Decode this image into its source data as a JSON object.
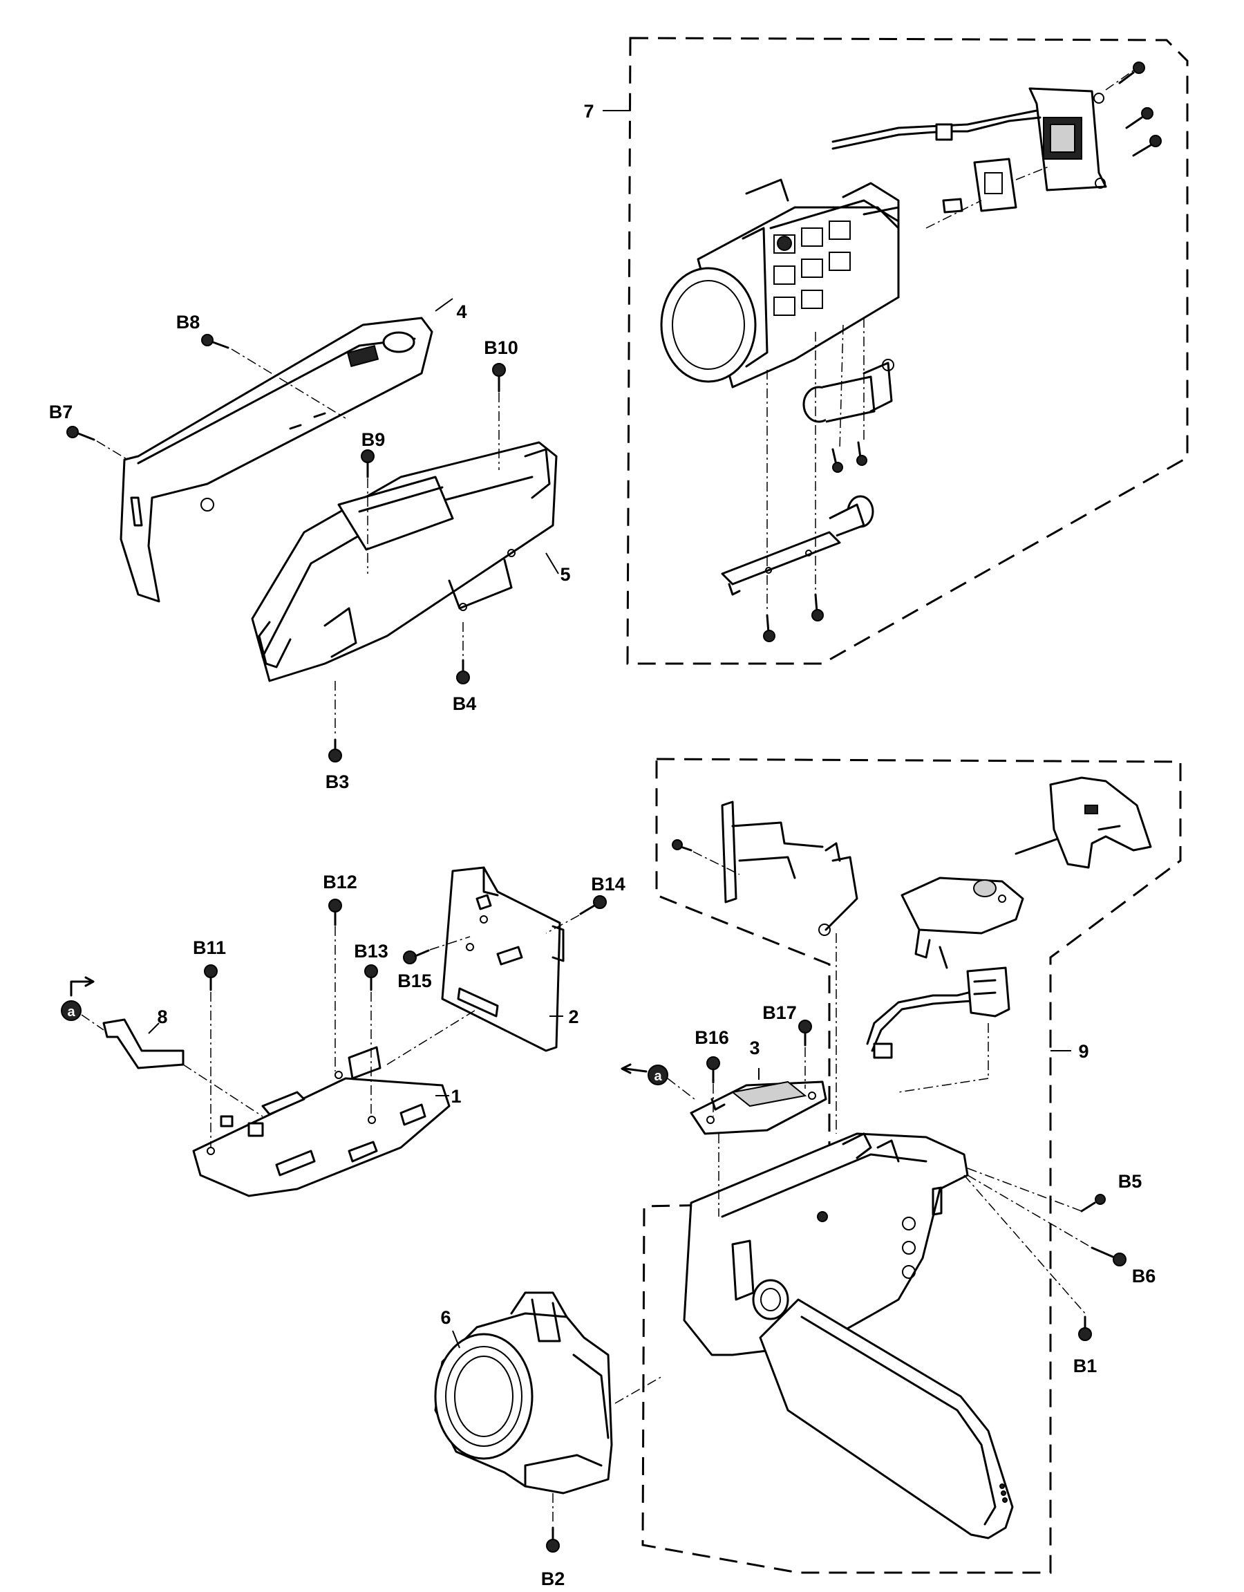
{
  "labels": {
    "p1": "1",
    "p2": "2",
    "p3": "3",
    "p4": "4",
    "p5": "5",
    "p6": "6",
    "p7": "7",
    "p8": "8",
    "p9": "9",
    "b1": "B1",
    "b2": "B2",
    "b3": "B3",
    "b4": "B4",
    "b5": "B5",
    "b6": "B6",
    "b7": "B7",
    "b8": "B8",
    "b9": "B9",
    "b10": "B10",
    "b11": "B11",
    "b12": "B12",
    "b13": "B13",
    "b14": "B14",
    "b15": "B15",
    "b16": "B16",
    "b17": "B17",
    "ref_a": "a"
  }
}
